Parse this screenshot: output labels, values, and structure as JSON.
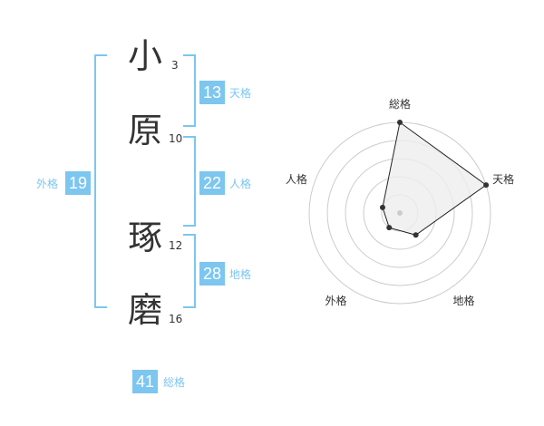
{
  "name": {
    "chars": [
      {
        "char": "小",
        "strokes": "3"
      },
      {
        "char": "原",
        "strokes": "10"
      },
      {
        "char": "琢",
        "strokes": "12"
      },
      {
        "char": "磨",
        "strokes": "16"
      }
    ]
  },
  "kakusu": {
    "tenkaku": {
      "value": "13",
      "label": "天格"
    },
    "jinkaku": {
      "value": "22",
      "label": "人格"
    },
    "chikaku": {
      "value": "28",
      "label": "地格"
    },
    "gaikaku": {
      "value": "19",
      "label": "外格"
    },
    "soukaku": {
      "value": "41",
      "label": "総格"
    }
  },
  "colors": {
    "accent": "#7cc6f0",
    "text": "#333333"
  },
  "chart_data": {
    "type": "radar",
    "axes": [
      "総格",
      "天格",
      "地格",
      "外格",
      "人格"
    ],
    "values": [
      5,
      5,
      1.5,
      1,
      1
    ],
    "rmax": 5,
    "rings": 5,
    "grid": true
  }
}
